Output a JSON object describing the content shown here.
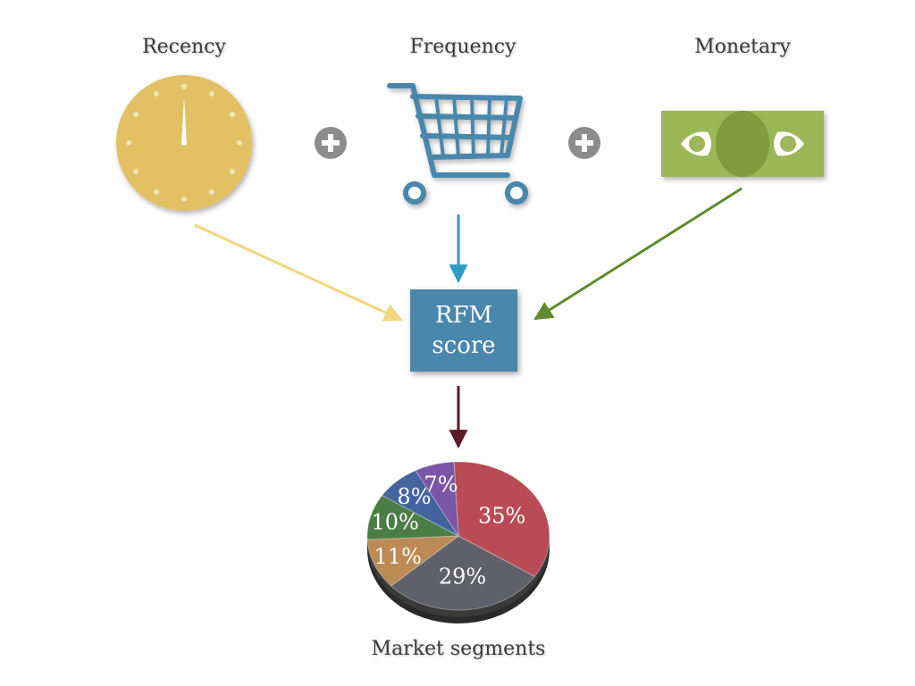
{
  "inputs": {
    "recency": {
      "label": "Recency",
      "icon": "clock-icon",
      "color": "#e2c064"
    },
    "frequency": {
      "label": "Frequency",
      "icon": "shopping-cart-icon",
      "color": "#4a87ad"
    },
    "monetary": {
      "label": "Monetary",
      "icon": "banknote-icon",
      "color": "#9bb758"
    }
  },
  "operators": [
    "plus-icon",
    "plus-icon"
  ],
  "score_box": {
    "line1": "RFM",
    "line2": "score",
    "color": "#4a87ad"
  },
  "arrow_colors": {
    "recency": "#f2d57e",
    "frequency": "#2f9dc6",
    "monetary": "#5f8a2e",
    "output": "#5a1a2a"
  },
  "chart_data": {
    "type": "pie",
    "title": "Market segments",
    "slices": [
      {
        "label": "35%",
        "value": 35,
        "color": "#b94b56"
      },
      {
        "label": "29%",
        "value": 29,
        "color": "#5f6068"
      },
      {
        "label": "11%",
        "value": 11,
        "color": "#bb8a55"
      },
      {
        "label": "10%",
        "value": 10,
        "color": "#4c7d47"
      },
      {
        "label": "8%",
        "value": 8,
        "color": "#4464a0"
      },
      {
        "label": "7%",
        "value": 7,
        "color": "#7b56a6"
      }
    ]
  }
}
